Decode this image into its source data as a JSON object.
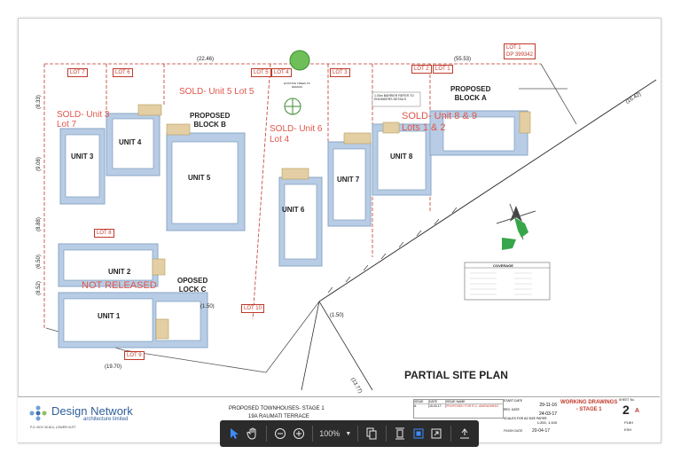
{
  "drawing": {
    "partial_site_plan": "PARTIAL SITE PLAN",
    "lots": {
      "lot1_dp": [
        "LOT 1",
        "DP 399342"
      ],
      "lot7": "LOT 7",
      "lot6": "LOT 6",
      "lot5": "LOT 5",
      "lot4": "LOT 4",
      "lot3": "LOT 3",
      "lot2": "LOT 2",
      "lot1": "LOT 1",
      "lot8": "LOT 8",
      "lot9": "LOT 9",
      "lot10": "LOT 10"
    },
    "status_notes": {
      "sold_unit5": "SOLD- Unit 5 Lot 5",
      "sold_unit3": [
        "SOLD- Unit 3",
        "Lot 7"
      ],
      "sold_unit6": [
        "SOLD- Unit 6",
        "Lot 4"
      ],
      "sold_unit89": [
        "SOLD- Unit 8 & 9",
        "Lots 1 & 2"
      ],
      "not_released": "NOT RELEASED"
    },
    "blocks": {
      "block_a": [
        "PROPOSED",
        "BLOCK A"
      ],
      "block_b": [
        "PROPOSED",
        "BLOCK B"
      ],
      "block_c": [
        "OPOSED",
        "LOCK C"
      ]
    },
    "units": [
      "UNIT 1",
      "UNIT 2",
      "UNIT 3",
      "UNIT 4",
      "UNIT 5",
      "UNIT 6",
      "UNIT 7",
      "UNIT 8"
    ],
    "dimensions": {
      "d1": "(22.46)",
      "d2": "(55.53)",
      "d3": "(16.42)",
      "d4": "(1.50)",
      "d5": "(1.50)",
      "d6": "(19.70)",
      "d7": "(13.77)",
      "d8": "(8.33)",
      "d9": "(9.08)",
      "d10": "(8.88)",
      "d11": "(8.52)",
      "d12": "(6.50)"
    },
    "notes": {
      "tree_note": "EXISTING TREES TO REMAIN",
      "barrier_note": "1.00m BARRIER REFER TO ENGINEERS DETAILS",
      "coverage": "COVERAGE"
    }
  },
  "title_block": {
    "firm_name": "Design Network",
    "firm_sub": "architecture limited",
    "firm_contact": "P.O. BOX 30-814, LOWER HUTT",
    "project": "PROPOSED TOWNHOUSES- STAGE 1",
    "address": "19A RAUMATI TERRACE",
    "rev_headers": [
      "ISSUE",
      "DATE",
      "ISSUE NAME"
    ],
    "rev_row": [
      "A",
      "15.03.17",
      "PROPOSED FOR R.C. AMENDMENT"
    ],
    "start_date_label": "START DATE",
    "start_date": "29-11-16",
    "rev_date_label": "REV. DATE",
    "rev_date": "24-03-17",
    "scales_label": "SCALES FOR A3 SIZE PAPER",
    "scale": "1:200, 1:100",
    "finish_date_label": "FINISH DATE",
    "finish_date": "20-04-17",
    "stage": [
      "WORKING DRAWINGS",
      "- STAGE 1"
    ],
    "sheet_label": "SHEET No.",
    "sheet_no": "2",
    "sheet_rev": "A",
    "code1": "P18H",
    "code2": "ESH"
  },
  "toolbar": {
    "zoom_value": "100%",
    "icons": [
      "pointer-icon",
      "hand-icon",
      "zoom-out-icon",
      "zoom-in-icon",
      "dropdown-icon",
      "copy-icon",
      "fit-height-icon",
      "fit-page-icon",
      "fullscreen-icon",
      "download-icon"
    ]
  },
  "colors": {
    "unit_fill": "#b8cde5",
    "lot_red": "#c0392b",
    "sold_red": "#e0564b",
    "toolbar_bg": "#2b2b2b",
    "active_tool": "#3d8cff"
  }
}
